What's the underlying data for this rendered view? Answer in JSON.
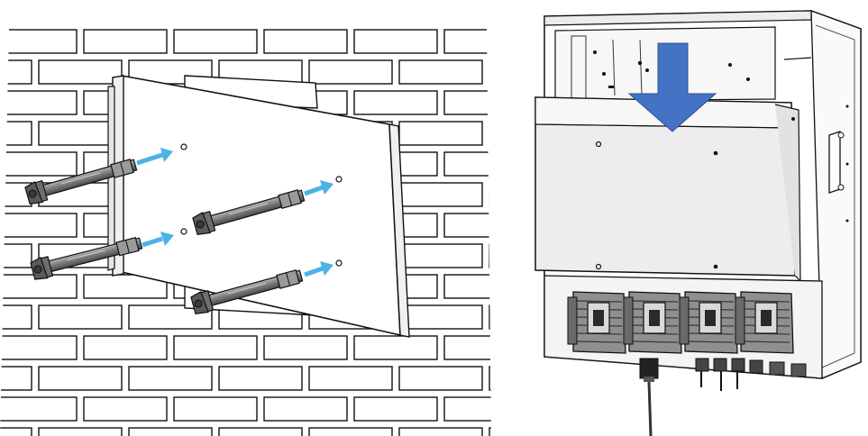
{
  "figure": {
    "left_step": "bracket-mounting-with-expansion-bolts",
    "right_step": "inverter-hanging-on-bracket",
    "arrow_color": "#4472C4",
    "bolt_arrow_color": "#4BB3E6",
    "line_color": "#111111",
    "bolt_color": "#8C8C8C",
    "plate_color": "#FFFFFF",
    "inverter_cover_color": "#F2F2F2"
  },
  "bolts": [
    {
      "name": "bolt-top-left"
    },
    {
      "name": "bolt-middle-left"
    },
    {
      "name": "bolt-center"
    },
    {
      "name": "bolt-bottom-center"
    }
  ],
  "connectors": [
    {
      "name": "pv-connector-1"
    },
    {
      "name": "pv-connector-2"
    },
    {
      "name": "pv-connector-3"
    },
    {
      "name": "pv-connector-4"
    }
  ]
}
